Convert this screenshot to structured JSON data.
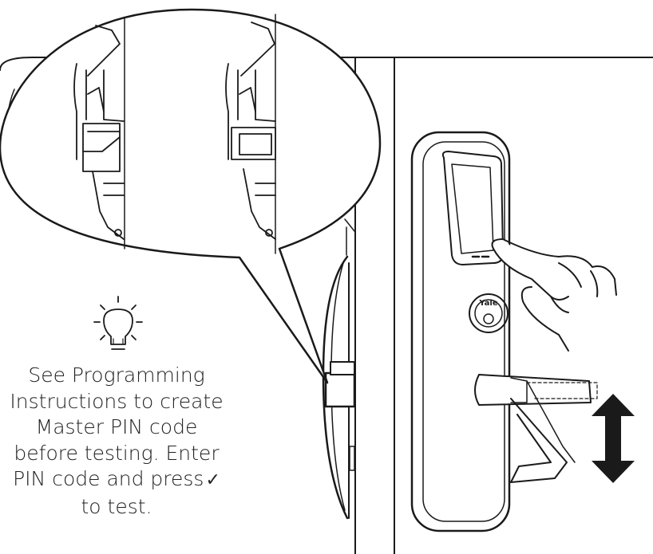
{
  "instruction": {
    "lines": [
      "See Programming",
      "Instructions to create",
      "Master PIN code",
      "before testing. Enter",
      "PIN code and press",
      "to test."
    ],
    "check_glyph": "✓"
  },
  "lock": {
    "brand": "Yale"
  },
  "icons": {
    "tip": "lightbulb-icon",
    "confirm": "checkmark-icon",
    "motion": "up-down-arrow-icon"
  },
  "colors": {
    "ink": "#1a1a1a",
    "background": "#ffffff"
  }
}
